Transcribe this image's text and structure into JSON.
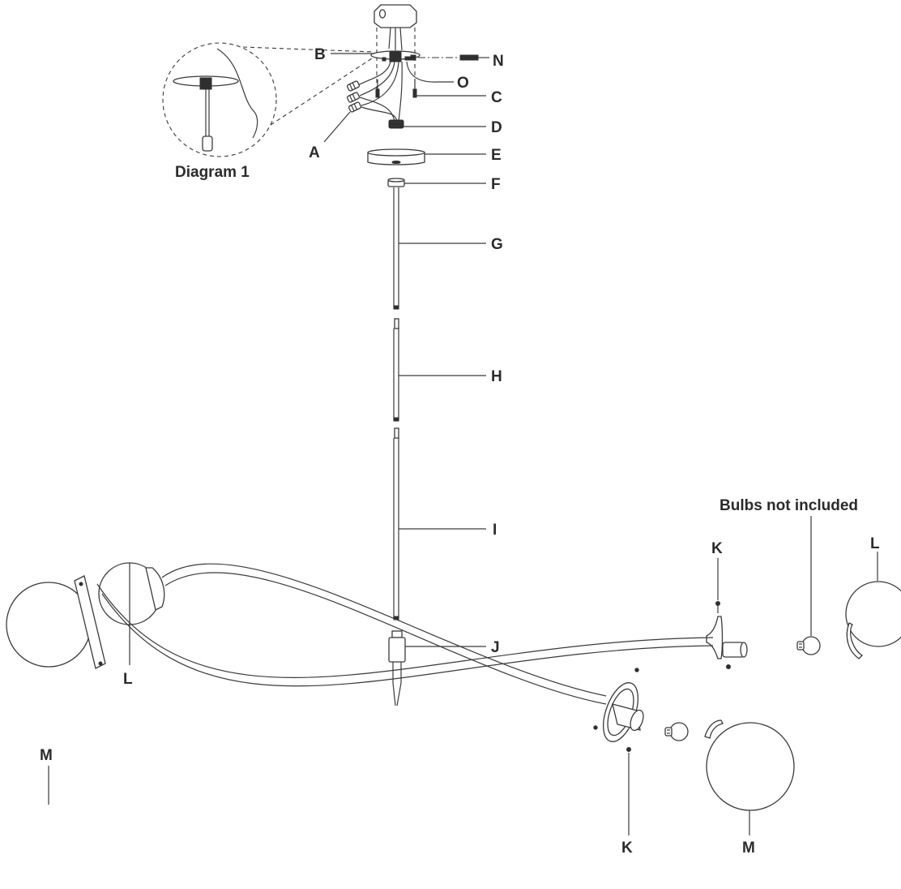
{
  "parts": {
    "A": "A",
    "B": "B",
    "C": "C",
    "D": "D",
    "E": "E",
    "F": "F",
    "G": "G",
    "H": "H",
    "I": "I",
    "J": "J",
    "K1": "K",
    "K2": "K",
    "L1": "L",
    "L2": "L",
    "M1": "M",
    "M2": "M",
    "N": "N",
    "O": "O"
  },
  "notes": {
    "diagram1": "Diagram 1",
    "bulbs": "Bulbs not included"
  }
}
